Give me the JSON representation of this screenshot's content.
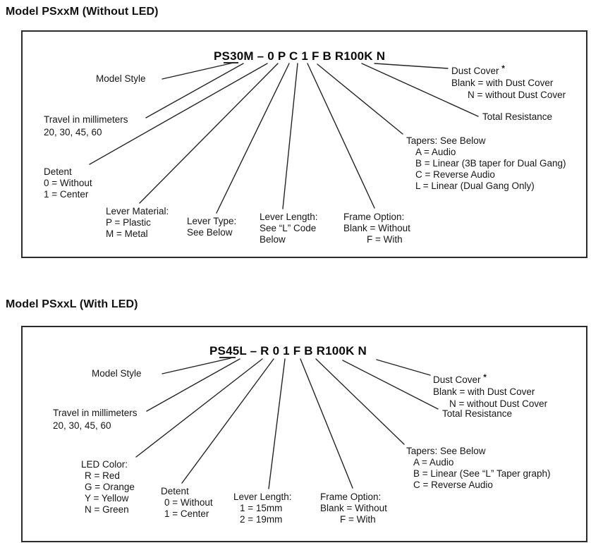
{
  "colors": {
    "background": "#ffffff",
    "ink": "#1c1c1c",
    "frame_border": "#2b2b2b"
  },
  "model_m": {
    "heading": "Model PSxxM (Without LED)",
    "part_number": "PS30M – 0 P C 1 F B R100K N",
    "dust_cover_asterisk": "*",
    "labels": {
      "model_style": [
        "Model Style"
      ],
      "travel": [
        "Travel in millimeters",
        "20, 30, 45, 60"
      ],
      "detent": [
        "Detent",
        "0 = Without",
        "1 = Center"
      ],
      "lever_material": [
        "Lever Material:",
        "P = Plastic",
        "M = Metal"
      ],
      "lever_type": [
        "Lever Type:",
        "See Below"
      ],
      "lever_length": [
        "Lever Length:",
        "See “L” Code",
        "Below"
      ],
      "frame_option": [
        "Frame Option:",
        "Blank = Without",
        "F = With"
      ],
      "tapers": [
        "Tapers: See Below",
        "A = Audio",
        "B = Linear (3B taper for Dual Gang)",
        "C = Reverse Audio",
        "L = Linear (Dual Gang Only)"
      ],
      "total_resistance": [
        "Total Resistance"
      ],
      "dust_cover": [
        "Dust Cover ",
        "Blank = with Dust Cover",
        "N = without Dust Cover"
      ]
    }
  },
  "model_l": {
    "heading": "Model PSxxL (With LED)",
    "part_number": "PS45L – R 0 1 F B R100K N",
    "dust_cover_asterisk": "*",
    "labels": {
      "model_style": [
        "Model Style"
      ],
      "travel": [
        "Travel in millimeters",
        "20, 30, 45, 60"
      ],
      "led_color": [
        "LED Color:",
        "R = Red",
        "G = Orange",
        "Y = Yellow",
        "N = Green"
      ],
      "detent": [
        "Detent",
        "0 = Without",
        "1 = Center"
      ],
      "lever_length": [
        "Lever Length:",
        "1 = 15mm",
        "2 = 19mm"
      ],
      "frame_option": [
        "Frame Option:",
        "Blank = Without",
        "F = With"
      ],
      "tapers": [
        "Tapers: See Below",
        "A = Audio",
        "B = Linear (See “L” Taper graph)",
        "C = Reverse Audio"
      ],
      "total_resistance": [
        "Total Resistance"
      ],
      "dust_cover": [
        "Dust Cover ",
        "Blank = with Dust Cover",
        "N = without Dust Cover"
      ]
    }
  }
}
